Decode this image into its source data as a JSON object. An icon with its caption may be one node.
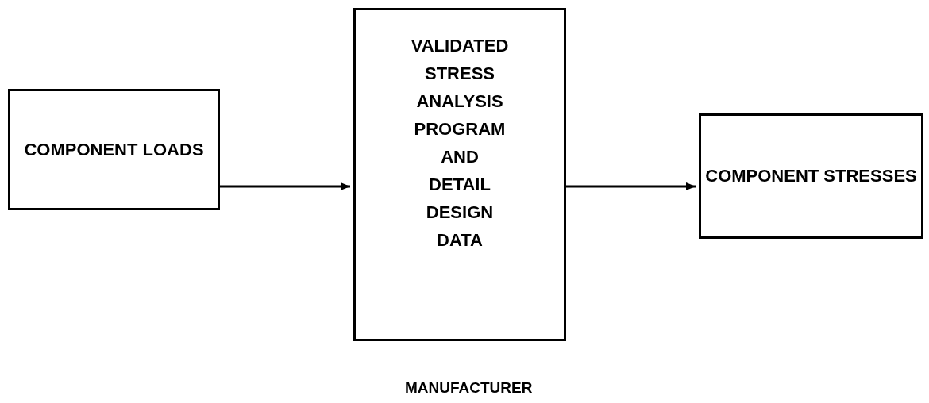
{
  "diagram": {
    "nodes": [
      {
        "text": [
          "COMPONENT LOADS"
        ]
      },
      {
        "text": [
          "VALIDATED STRESS ANALYSIS PROGRAM AND DETAIL DESIGN DATA"
        ]
      },
      {
        "text": [
          "COMPONENT STRESSES"
        ]
      }
    ],
    "edges": [
      {
        "from": 0,
        "to": 1,
        "arrow": "to"
      },
      {
        "from": 1,
        "to": 2,
        "arrow": "to"
      }
    ],
    "labels": [
      "MANUFACTURER"
    ]
  }
}
